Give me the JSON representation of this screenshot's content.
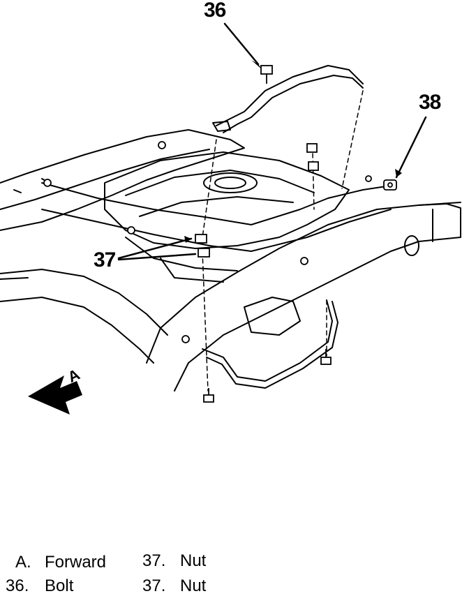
{
  "callouts": {
    "c36": "36",
    "c37": "37",
    "c38": "38",
    "forward_marker": "A"
  },
  "legend": [
    {
      "key": "A.",
      "label": "Forward"
    },
    {
      "key": "36.",
      "label": "Bolt"
    },
    {
      "key": "37.",
      "label": "Nut"
    },
    {
      "key": "37.",
      "label": "Nut"
    }
  ],
  "colors": {
    "ink": "#000000",
    "paper": "#ffffff"
  }
}
